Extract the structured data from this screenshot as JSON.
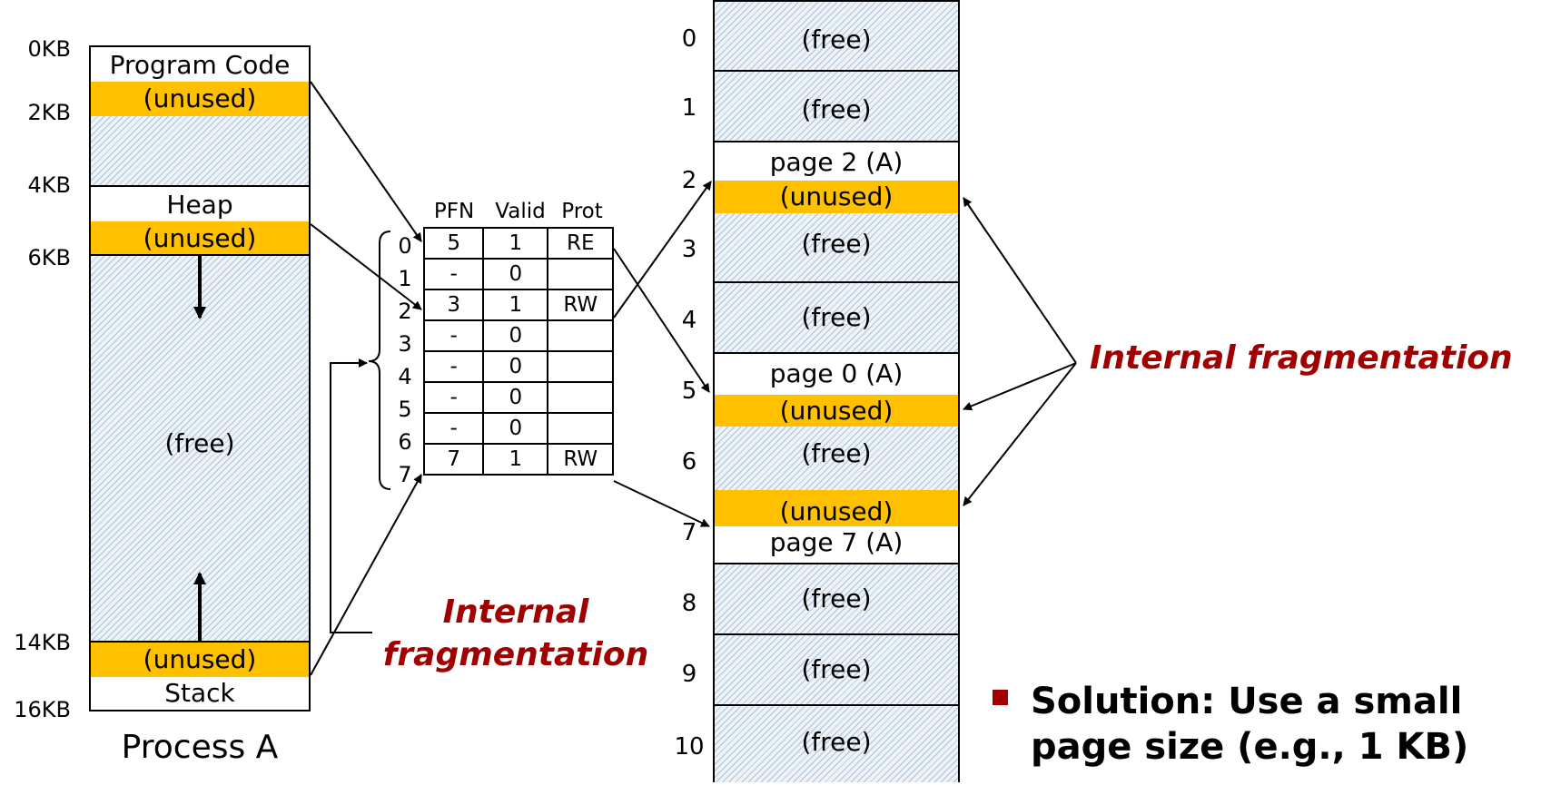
{
  "process": {
    "title": "Process A",
    "kb_labels": [
      "0KB",
      "2KB",
      "4KB",
      "6KB",
      "14KB",
      "16KB"
    ],
    "segments": {
      "code": "Program Code",
      "code_unused": "(unused)",
      "heap": "Heap",
      "heap_unused": "(unused)",
      "free": "(free)",
      "stack_unused": "(unused)",
      "stack": "Stack"
    }
  },
  "page_table": {
    "headers": [
      "PFN",
      "Valid",
      "Prot"
    ],
    "rows": [
      {
        "index": "0",
        "pfn": "5",
        "valid": "1",
        "prot": "RE"
      },
      {
        "index": "1",
        "pfn": "-",
        "valid": "0",
        "prot": ""
      },
      {
        "index": "2",
        "pfn": "3",
        "valid": "1",
        "prot": "RW"
      },
      {
        "index": "3",
        "pfn": "-",
        "valid": "0",
        "prot": ""
      },
      {
        "index": "4",
        "pfn": "-",
        "valid": "0",
        "prot": ""
      },
      {
        "index": "5",
        "pfn": "-",
        "valid": "0",
        "prot": ""
      },
      {
        "index": "6",
        "pfn": "-",
        "valid": "0",
        "prot": ""
      },
      {
        "index": "7",
        "pfn": "7",
        "valid": "1",
        "prot": "RW"
      }
    ]
  },
  "physical_memory": {
    "frame_numbers": [
      "0",
      "1",
      "2",
      "3",
      "4",
      "5",
      "6",
      "7",
      "8",
      "9",
      "10"
    ],
    "free_label": "(free)",
    "unused_label": "(unused)",
    "page2": "page 2 (A)",
    "page0": "page 0 (A)",
    "page7": "page 7 (A)"
  },
  "annotations": {
    "internal_frag_left_line1": "Internal",
    "internal_frag_left_line2": "fragmentation",
    "internal_frag_right": "Internal fragmentation",
    "solution": "Solution: Use a small page size (e.g., 1 KB)"
  },
  "colors": {
    "unused": "#ffc000",
    "red_text": "#a00000",
    "hatch": "#a9c1d9"
  }
}
